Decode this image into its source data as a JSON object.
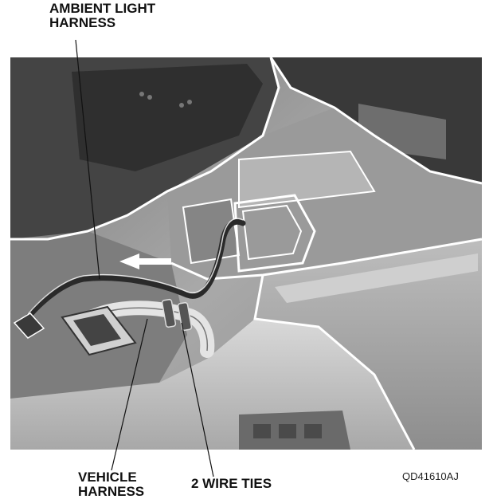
{
  "labels": {
    "ambient_light_harness": "AMBIENT LIGHT\nHARNESS",
    "vehicle_harness": "VEHICLE\nHARNESS",
    "wire_ties": "2 WIRE TIES",
    "figure_id": "QD41610AJ"
  },
  "colors": {
    "background": "#ffffff",
    "dark_panel": "#3a3a3a",
    "mid_panel": "#8c8c8c",
    "light_panel": "#cfcfcf",
    "outline": "#ffffff",
    "leader_line": "#111111"
  }
}
